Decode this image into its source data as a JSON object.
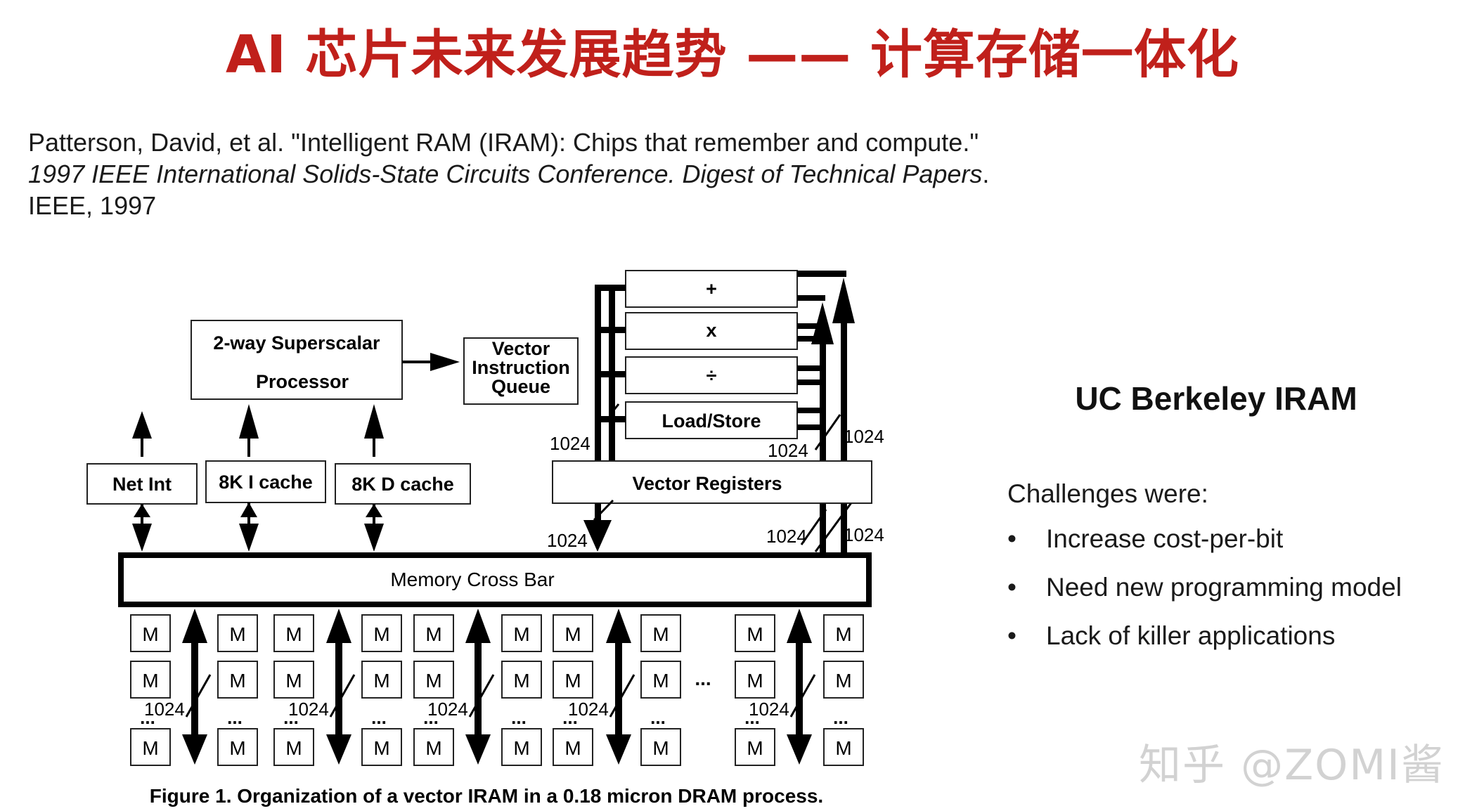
{
  "title": "AI 芯片未来发展趋势 —— 计算存储一体化",
  "citation": {
    "part1": "Patterson, David, et al. \"Intelligent RAM (IRAM): Chips that remember and compute.\" ",
    "italic": "1997 IEEE International Solids-State Circuits Conference. Digest of Technical Papers",
    "part2": ". IEEE, 1997"
  },
  "diagram": {
    "processor_line1": "2-way Superscalar",
    "processor_line2": "Processor",
    "viq_line1": "Vector",
    "viq_line2": "Instruction",
    "viq_line3": "Queue",
    "net_int": "Net Int",
    "icache": "8K  I cache",
    "dcache": "8K D cache",
    "vector_registers": "Vector Registers",
    "fu_plus": "+",
    "fu_times": "x",
    "fu_div": "÷",
    "fu_loadstore": "Load/Store",
    "crossbar": "Memory Cross Bar",
    "memory_module": "M",
    "bus_width": "1024",
    "ellipsis": "...",
    "caption": "Figure 1. Organization of a vector IRAM in a 0.18 micron DRAM process."
  },
  "side": {
    "title": "UC Berkeley IRAM",
    "challenges_label": "Challenges were:",
    "challenges": [
      "Increase cost-per-bit",
      "Need new programming model",
      "Lack of killer applications"
    ],
    "bullet": "•"
  },
  "watermark": "知乎 @ZOMI酱",
  "colors": {
    "title": "#c0201b",
    "text": "#1a1a1a",
    "watermark": "#d2d2d2"
  }
}
